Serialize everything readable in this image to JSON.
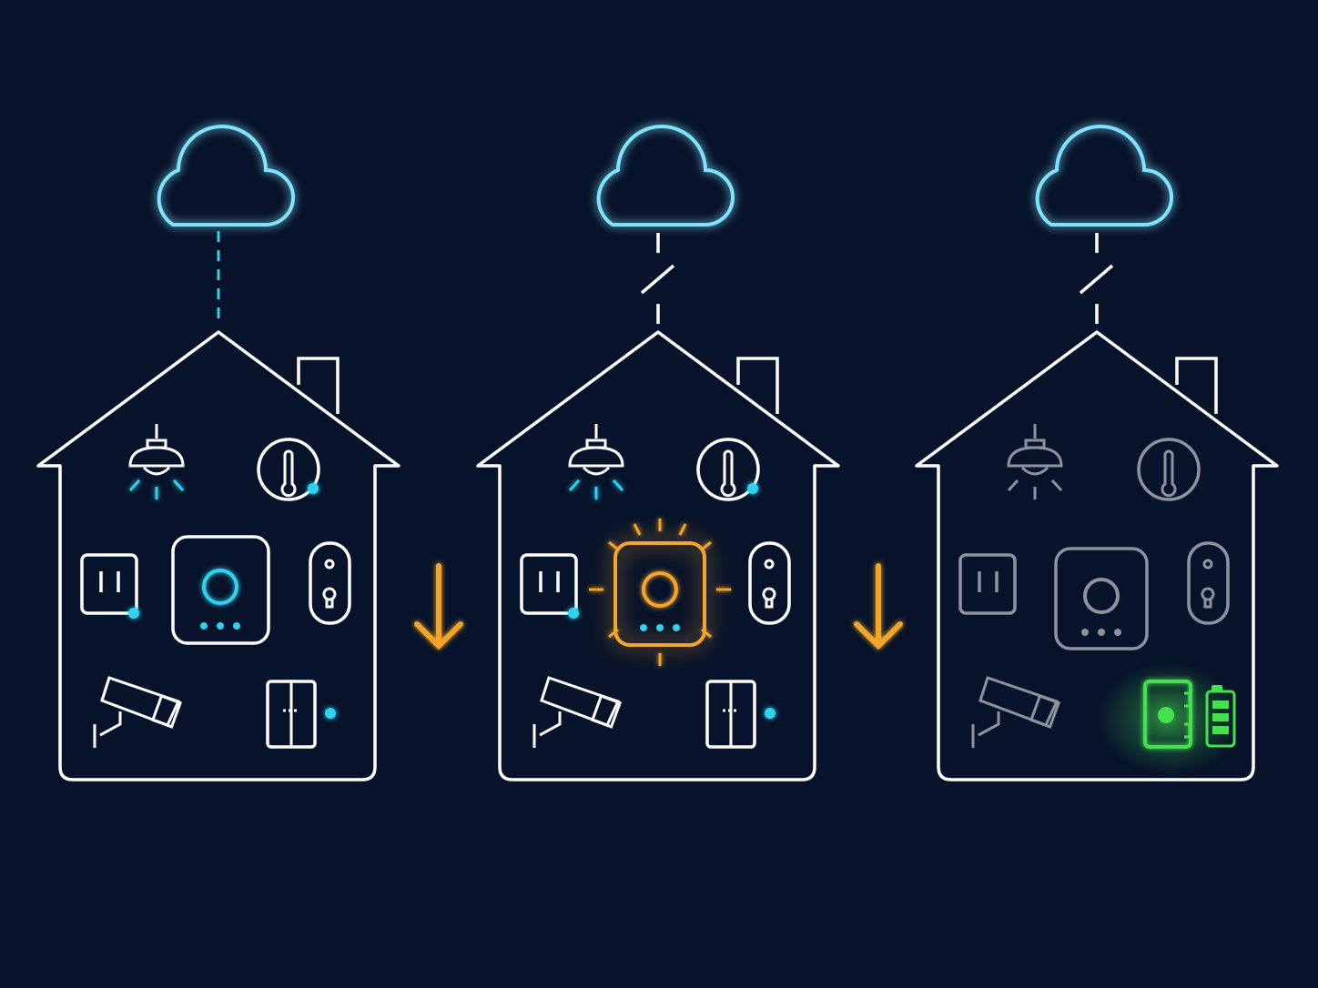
{
  "colors": {
    "background": "#07132a",
    "outline": "#ffffff",
    "cloud": "#7fe3ff",
    "online_accent": "#2ed3f0",
    "local_accent": "#f4a52a",
    "offline_gray": "#8e949e",
    "arrow": "#f2a526",
    "battery_green": "#45e04f"
  },
  "panels": [
    {
      "state": "cloud-connected",
      "link": "connected",
      "hub": "normal",
      "devices_active": true,
      "backup_lock": false
    },
    {
      "state": "cloud-disconnected-local-hub",
      "link": "broken",
      "hub": "highlighted",
      "devices_active": true,
      "backup_lock": false
    },
    {
      "state": "offline-battery-backup",
      "link": "broken",
      "hub": "inactive",
      "devices_active": false,
      "backup_lock": true
    }
  ],
  "transitions": [
    {
      "icon": "arrow-down-icon"
    },
    {
      "icon": "arrow-down-icon"
    }
  ],
  "icons": {
    "cloud": "cloud-icon",
    "lamp": "ceiling-lamp-icon",
    "thermostat": "thermostat-icon",
    "outlet": "power-outlet-icon",
    "hub": "smart-hub-icon",
    "lock": "smart-lock-icon",
    "camera": "security-camera-icon",
    "window_sensor": "window-sensor-icon",
    "battery": "battery-icon"
  }
}
